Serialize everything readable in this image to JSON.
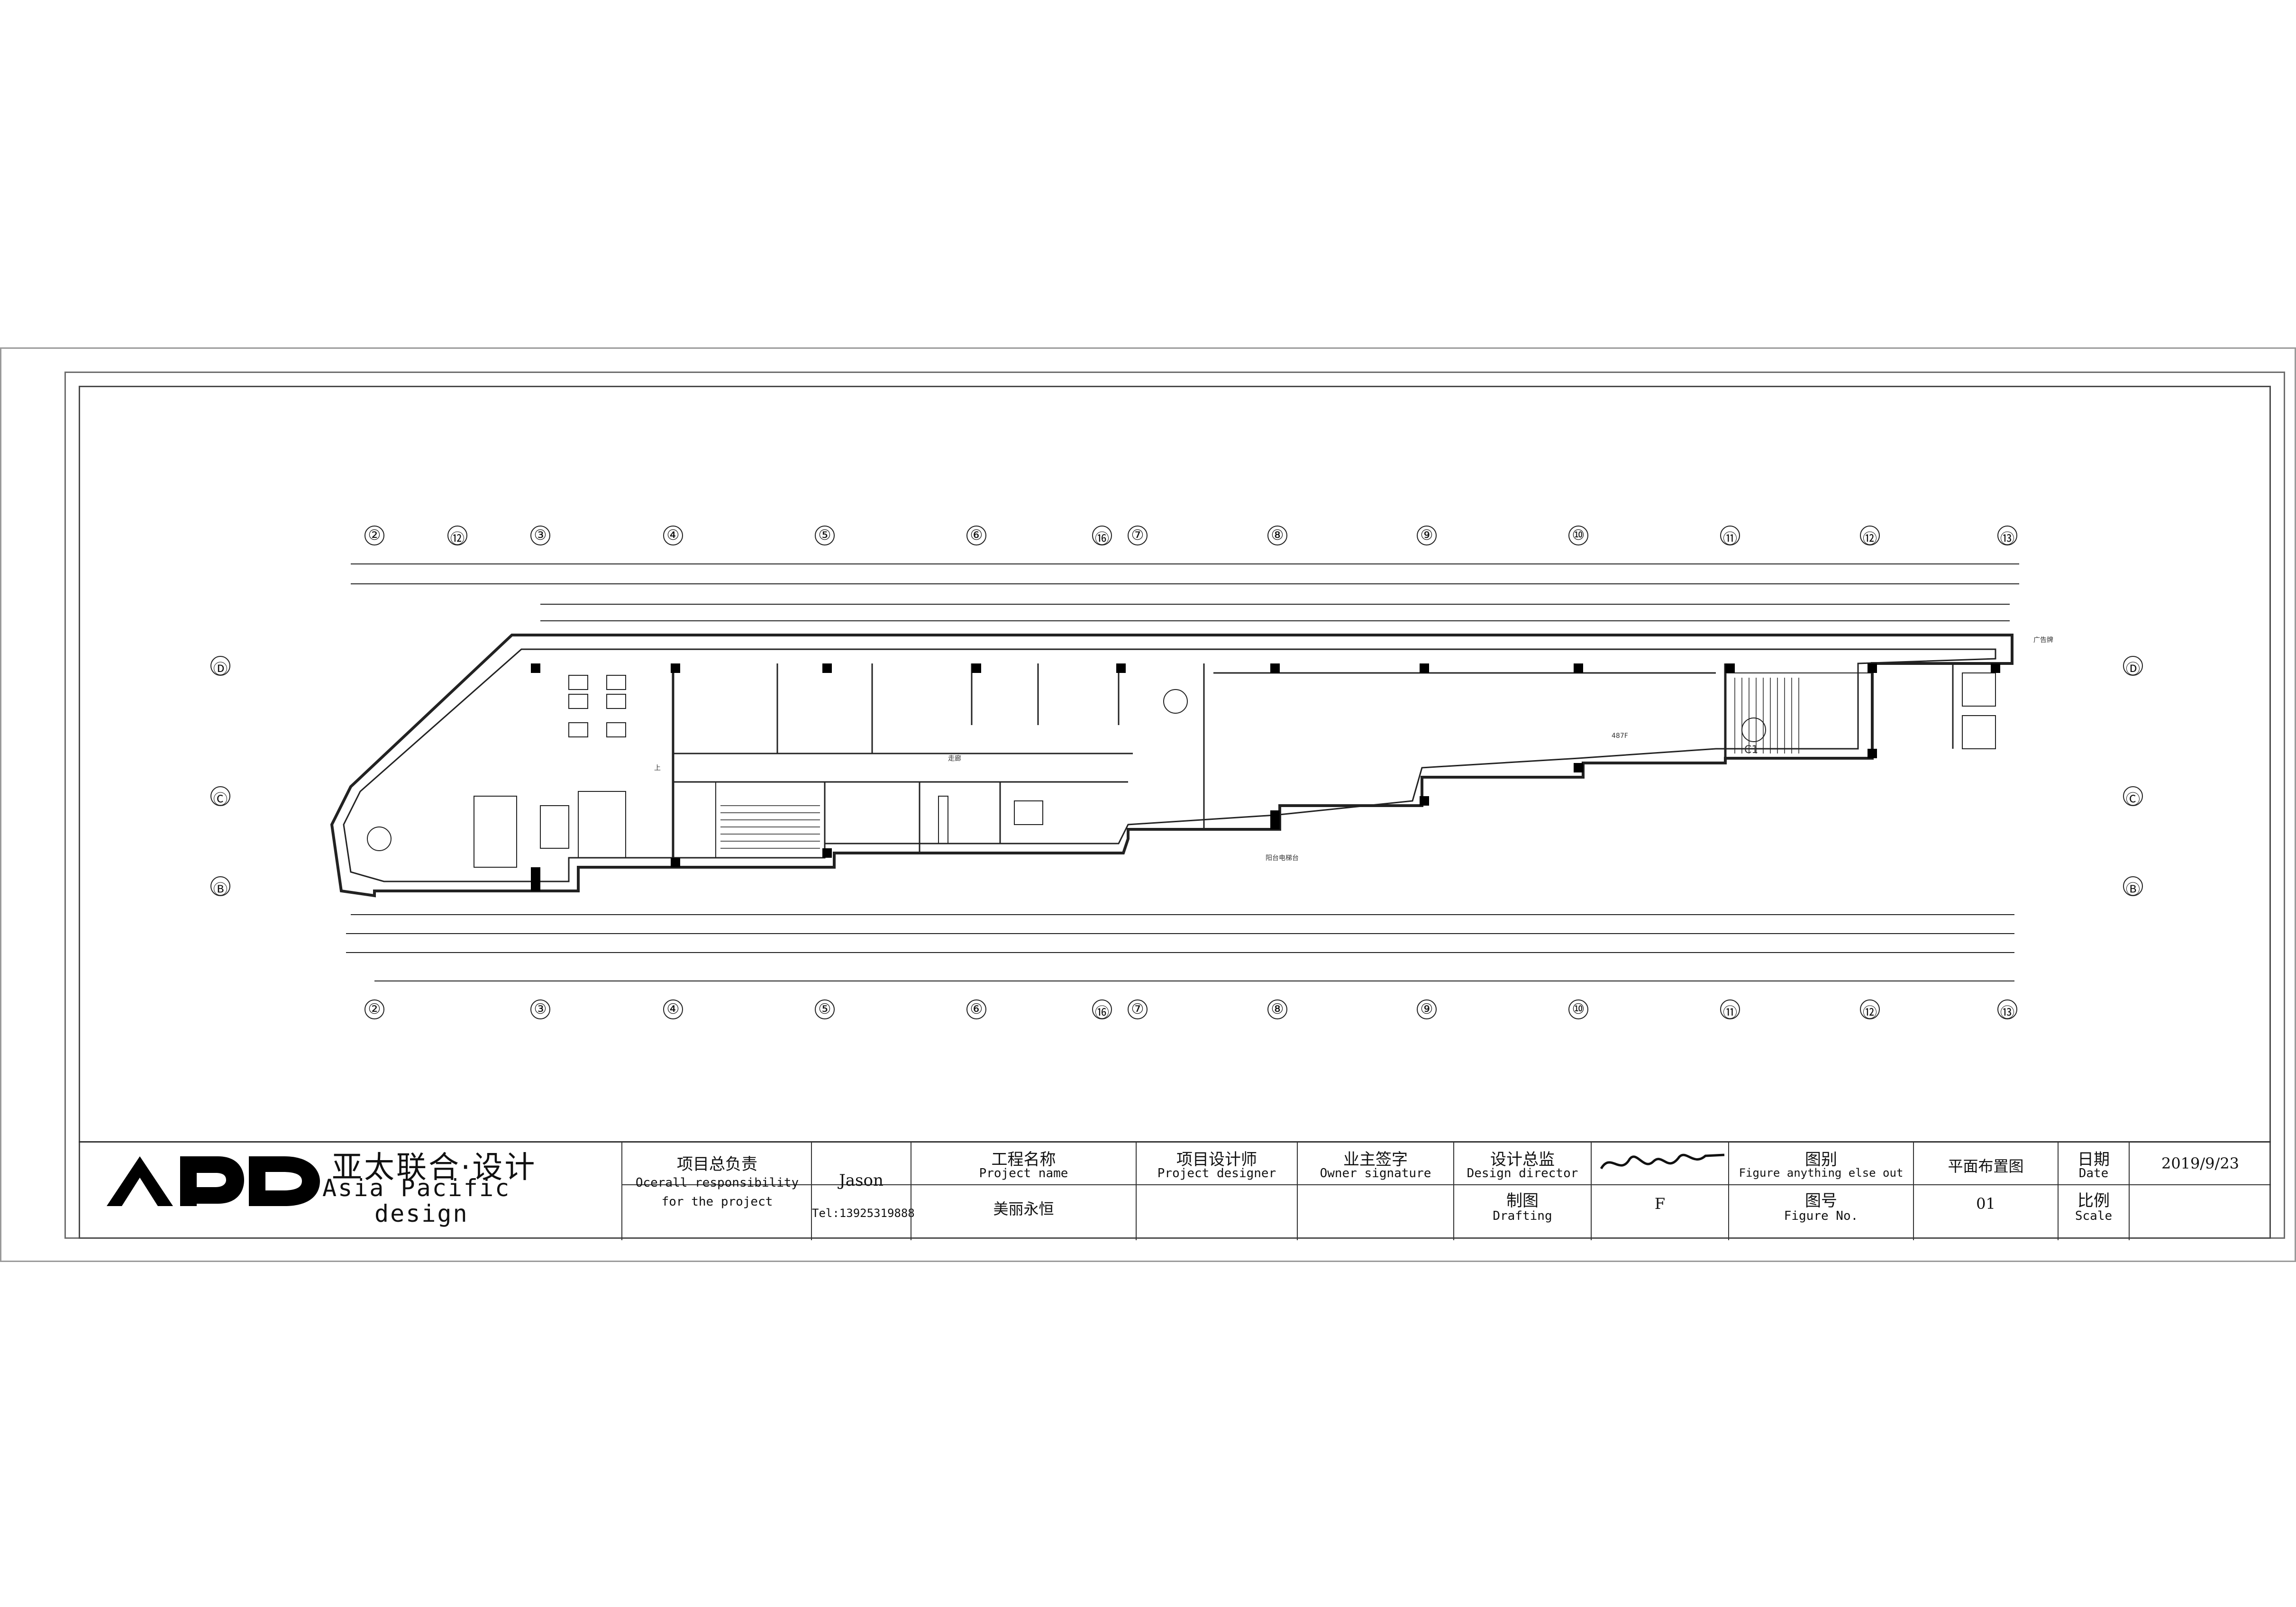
{
  "drawing": {
    "axis_labels_top": [
      "②",
      "⑫",
      "③",
      "④",
      "⑤",
      "⑥",
      "⑯",
      "⑦",
      "⑧",
      "⑨",
      "⑩",
      "⑪",
      "⑫",
      "⑬"
    ],
    "axis_labels_bottom": [
      "②",
      "③",
      "④",
      "⑤",
      "⑥",
      "⑯",
      "⑦",
      "⑧",
      "⑨",
      "⑩",
      "⑪",
      "⑫",
      "⑬"
    ],
    "axis_labels_left": [
      "Ⓓ",
      "Ⓒ",
      "Ⓑ"
    ],
    "axis_labels_right": [
      "Ⓓ",
      "Ⓒ",
      "Ⓑ"
    ],
    "annotations": {
      "ad_sign": "广告牌",
      "corridor": "走廊",
      "stair_up": "上",
      "label_c1": "C1",
      "balcony": "阳台电梯台",
      "hall_area": "487F"
    }
  },
  "title_block": {
    "company_zh": "亚太联合·设计",
    "company_en_1": "Asia Pacific",
    "company_en_2": "design",
    "responsibility_zh": "项目总负责",
    "responsibility_en_1": "Ocerall responsibility",
    "responsibility_en_2": "for the project",
    "responsible_name": "Jason",
    "responsible_tel": "Tel:13925319888",
    "project_name_zh": "工程名称",
    "project_name_en": "Project name",
    "project_name_value": "美丽永恒",
    "designer_zh": "项目设计师",
    "designer_en": "Project designer",
    "owner_zh": "业主签字",
    "owner_en": "Owner signature",
    "director_zh": "设计总监",
    "director_en": "Design director",
    "drafting_zh": "制图",
    "drafting_en": "Drafting",
    "drafting_value": "F",
    "figure_zh": "图别",
    "figure_en": "Figure anything else out",
    "figure_value": "平面布置图",
    "figure_no_zh": "图号",
    "figure_no_en": "Figure No.",
    "figure_no_value": "01",
    "date_zh": "日期",
    "date_en": "Date",
    "date_value": "2019/9/23",
    "scale_zh": "比例",
    "scale_en": "Scale"
  }
}
